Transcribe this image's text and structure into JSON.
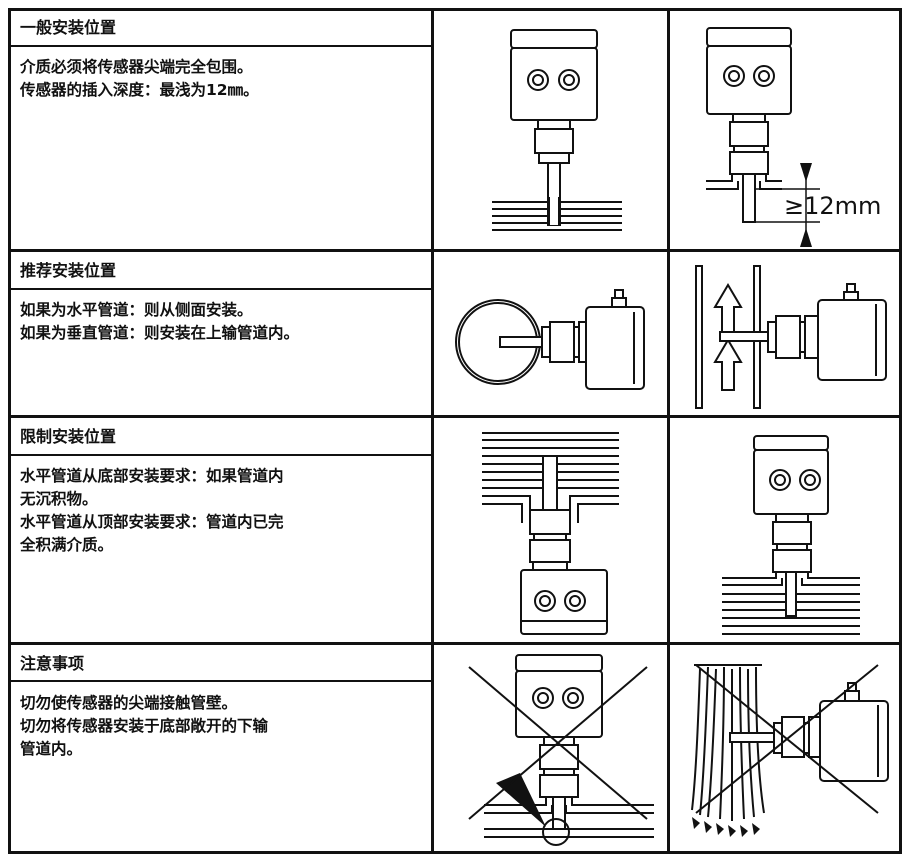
{
  "sections": [
    {
      "title": "一般安装位置",
      "lines": [
        "介质必须将传感器尖端完全包围。",
        "传感器的插入深度：最浅为12㎜。"
      ],
      "measurement_label": "≥12mm"
    },
    {
      "title": "推荐安装位置",
      "lines": [
        "如果为水平管道：则从侧面安装。",
        "如果为垂直管道：则安装在上输管道内。"
      ]
    },
    {
      "title": "限制安装位置",
      "lines": [
        "水平管道从底部安装要求：如果管道内",
        "无沉积物。",
        "水平管道从顶部安装要求：管道内已完",
        "全积满介质。"
      ]
    },
    {
      "title": "注意事项",
      "lines": [
        "切勿使传感器的尖端接触管壁。",
        "切勿将传感器安装于底部敞开的下输",
        "管道内。"
      ]
    }
  ]
}
